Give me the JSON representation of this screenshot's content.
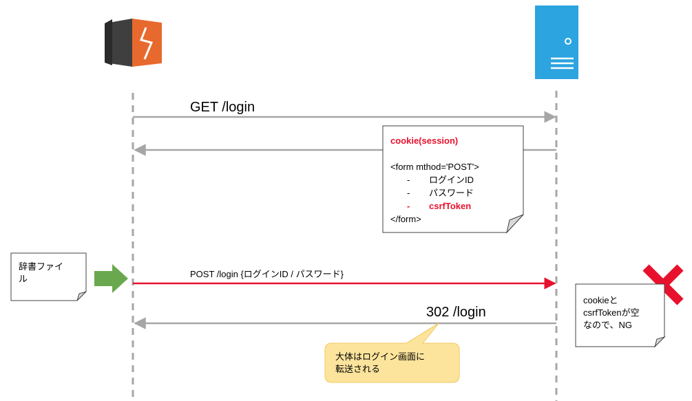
{
  "colors": {
    "lifeline": "#a6a6a6",
    "arrow_gray": "#a6a6a6",
    "arrow_red": "#e8112d",
    "burp_orange": "#e8692d",
    "burp_dark": "#3f3f3f",
    "server_blue": "#2ba4e0",
    "green_arrow": "#6aa84f",
    "red_x": "#e8112d",
    "callout_fill": "#fde49c",
    "callout_stroke": "#f2c75c",
    "note_stroke": "#404040"
  },
  "icons": {
    "client": "burp-logo-icon",
    "server": "server-icon"
  },
  "messages": {
    "get_login": "GET /login",
    "post_login": "POST /login {ログインID / パスワード}",
    "redirect": "302 /login"
  },
  "response_note": {
    "cookie": "cookie(session)",
    "form_open": "<form mthod='POST'>",
    "items": [
      {
        "bullet": "-",
        "label": "ログインID",
        "highlight": false
      },
      {
        "bullet": "-",
        "label": "パスワード",
        "highlight": false
      },
      {
        "bullet": "-",
        "label": "csrfToken",
        "highlight": true
      }
    ],
    "form_close": "</form>"
  },
  "dictionary_note": {
    "lines": [
      "辞書ファイ",
      "ル"
    ]
  },
  "error_note": {
    "lines": [
      "cookieと",
      "csrfTokenが空",
      "なので、NG"
    ]
  },
  "callout": {
    "lines": [
      "大体はログイン画面に",
      "転送される"
    ]
  }
}
